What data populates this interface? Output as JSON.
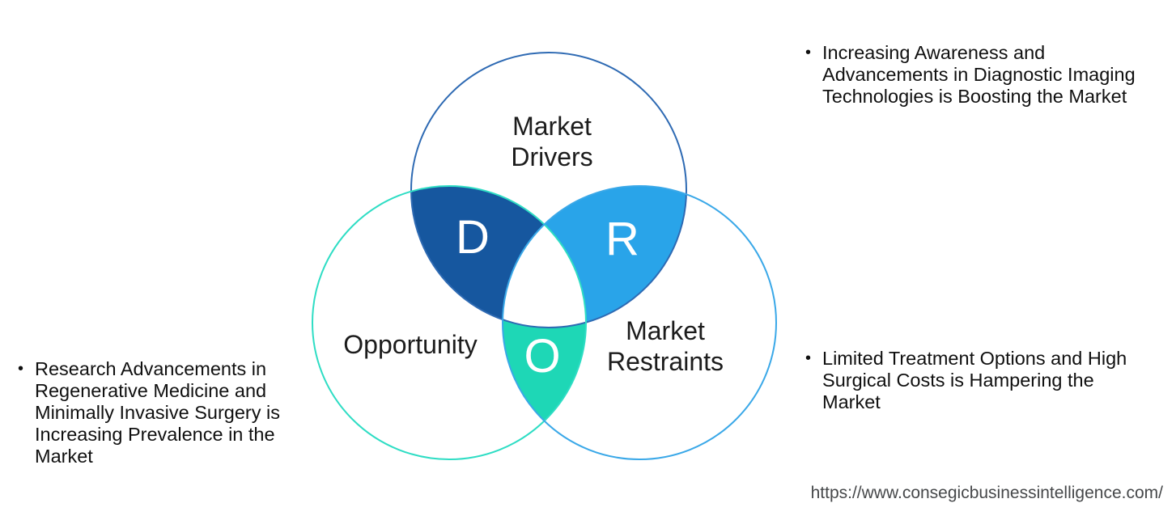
{
  "venn": {
    "drivers": {
      "label": "Market\nDrivers",
      "letter": "D",
      "outline_color": "#2e6ab3",
      "overlap_fill": "#16579f"
    },
    "opportunity": {
      "label": "Opportunity",
      "letter": "O",
      "outline_color": "#2eddc4",
      "overlap_fill": "#1ed7b6"
    },
    "restraints": {
      "label": "Market\nRestraints",
      "letter": "R",
      "outline_color": "#3aa8e8",
      "overlap_fill": "#29a4e9"
    },
    "center_fill": "#ffffff"
  },
  "notes": {
    "drivers": {
      "bullet": "•",
      "text": "Increasing Awareness and\nAdvancements in Diagnostic Imaging\nTechnologies is Boosting the Market"
    },
    "opportunity": {
      "bullet": "•",
      "text": "Research Advancements in\nRegenerative Medicine and\nMinimally Invasive Surgery is\nIncreasing Prevalence in the\nMarket"
    },
    "restraints": {
      "bullet": "•",
      "text": "Limited Treatment Options and High\nSurgical Costs is Hampering the\nMarket"
    }
  },
  "footer": {
    "url": "https://www.consegicbusinessintelligence.com/"
  }
}
